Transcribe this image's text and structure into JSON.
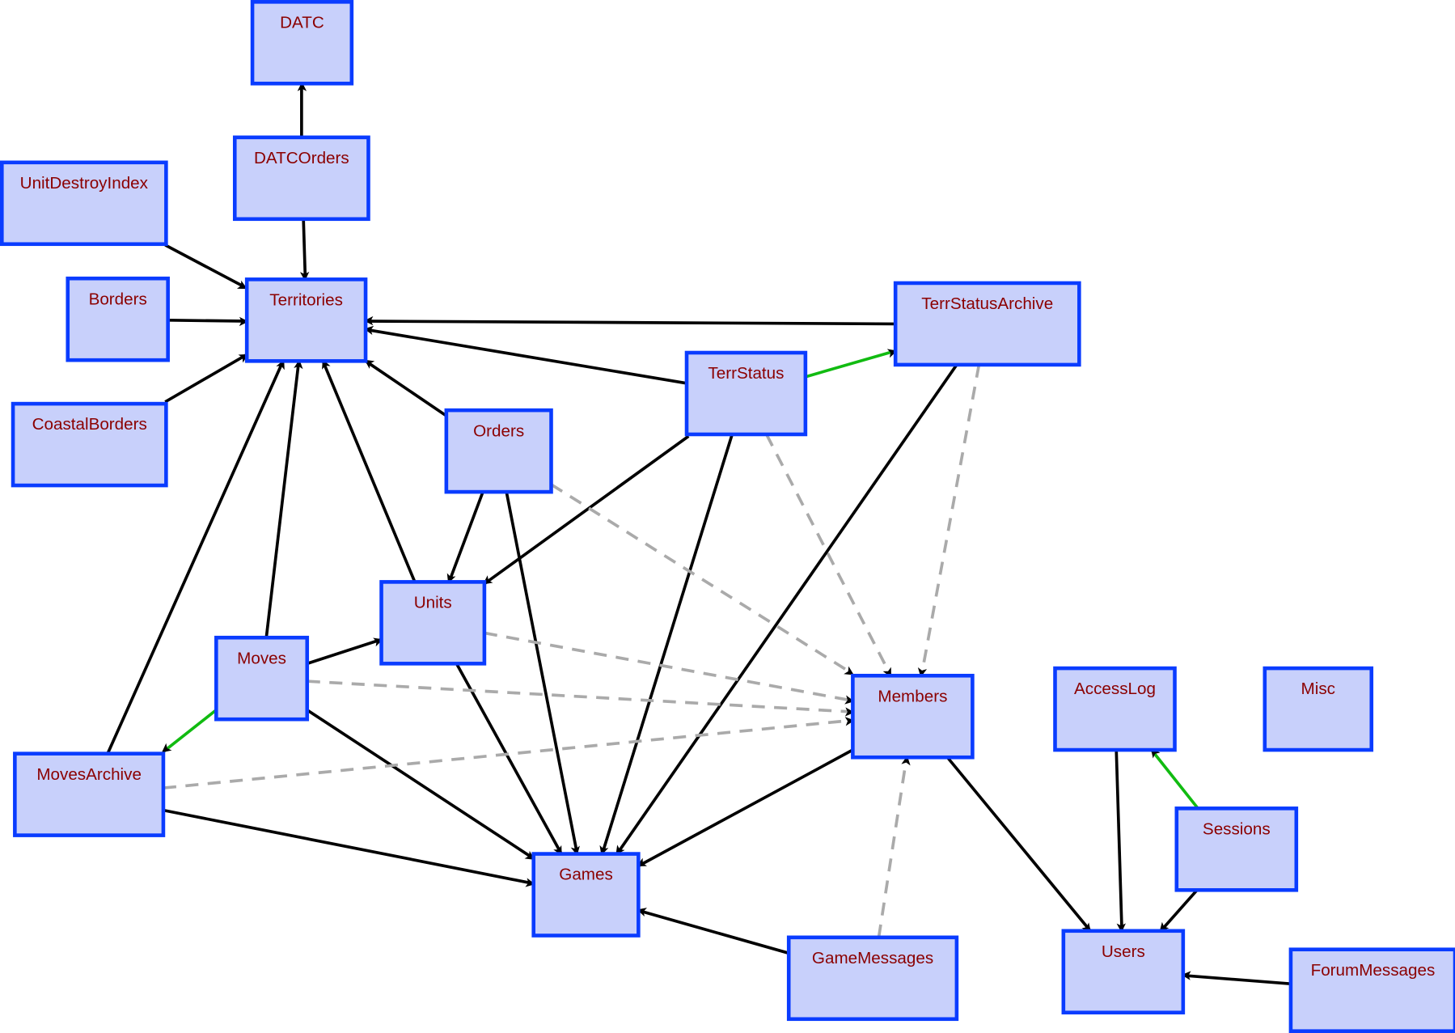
{
  "diagram": {
    "colors": {
      "node_fill": "#c8d0fb",
      "node_border": "#0a3cff",
      "label": "#8b0000",
      "solid_edge": "#000000",
      "inherit_edge": "#11bb11",
      "dashed_edge": "#aaaaaa"
    },
    "nodes": [
      {
        "id": "DATC",
        "label": "DATC"
      },
      {
        "id": "DATCOrders",
        "label": "DATCOrders"
      },
      {
        "id": "UnitDestroyIndex",
        "label": "UnitDestroyIndex"
      },
      {
        "id": "Borders",
        "label": "Borders"
      },
      {
        "id": "Territories",
        "label": "Territories"
      },
      {
        "id": "CoastalBorders",
        "label": "CoastalBorders"
      },
      {
        "id": "TerrStatusArchive",
        "label": "TerrStatusArchive"
      },
      {
        "id": "TerrStatus",
        "label": "TerrStatus"
      },
      {
        "id": "Orders",
        "label": "Orders"
      },
      {
        "id": "Units",
        "label": "Units"
      },
      {
        "id": "Moves",
        "label": "Moves"
      },
      {
        "id": "MovesArchive",
        "label": "MovesArchive"
      },
      {
        "id": "Members",
        "label": "Members"
      },
      {
        "id": "AccessLog",
        "label": "AccessLog"
      },
      {
        "id": "Misc",
        "label": "Misc"
      },
      {
        "id": "Sessions",
        "label": "Sessions"
      },
      {
        "id": "Games",
        "label": "Games"
      },
      {
        "id": "GameMessages",
        "label": "GameMessages"
      },
      {
        "id": "Users",
        "label": "Users"
      },
      {
        "id": "ForumMessages",
        "label": "ForumMessages"
      }
    ],
    "edges": [
      {
        "from": "DATCOrders",
        "to": "DATC",
        "style": "solid"
      },
      {
        "from": "DATCOrders",
        "to": "Territories",
        "style": "solid"
      },
      {
        "from": "UnitDestroyIndex",
        "to": "Territories",
        "style": "solid"
      },
      {
        "from": "Borders",
        "to": "Territories",
        "style": "solid"
      },
      {
        "from": "CoastalBorders",
        "to": "Territories",
        "style": "solid"
      },
      {
        "from": "TerrStatusArchive",
        "to": "Territories",
        "style": "solid"
      },
      {
        "from": "TerrStatus",
        "to": "Territories",
        "style": "solid"
      },
      {
        "from": "Orders",
        "to": "Territories",
        "style": "solid"
      },
      {
        "from": "Units",
        "to": "Territories",
        "style": "solid"
      },
      {
        "from": "Moves",
        "to": "Territories",
        "style": "solid"
      },
      {
        "from": "MovesArchive",
        "to": "Territories",
        "style": "solid"
      },
      {
        "from": "TerrStatus",
        "to": "TerrStatusArchive",
        "style": "green"
      },
      {
        "from": "TerrStatus",
        "to": "Units",
        "style": "solid"
      },
      {
        "from": "TerrStatus",
        "to": "Games",
        "style": "solid"
      },
      {
        "from": "TerrStatus",
        "to": "Members",
        "style": "dashed"
      },
      {
        "from": "TerrStatusArchive",
        "to": "Games",
        "style": "solid"
      },
      {
        "from": "TerrStatusArchive",
        "to": "Members",
        "style": "dashed"
      },
      {
        "from": "Orders",
        "to": "Units",
        "style": "solid"
      },
      {
        "from": "Orders",
        "to": "Games",
        "style": "solid"
      },
      {
        "from": "Orders",
        "to": "Members",
        "style": "dashed"
      },
      {
        "from": "Units",
        "to": "Games",
        "style": "solid"
      },
      {
        "from": "Units",
        "to": "Members",
        "style": "dashed"
      },
      {
        "from": "Moves",
        "to": "Units",
        "style": "solid"
      },
      {
        "from": "Moves",
        "to": "Games",
        "style": "solid"
      },
      {
        "from": "Moves",
        "to": "Members",
        "style": "dashed"
      },
      {
        "from": "Moves",
        "to": "MovesArchive",
        "style": "green"
      },
      {
        "from": "MovesArchive",
        "to": "Games",
        "style": "solid"
      },
      {
        "from": "MovesArchive",
        "to": "Members",
        "style": "dashed"
      },
      {
        "from": "Members",
        "to": "Games",
        "style": "solid"
      },
      {
        "from": "Members",
        "to": "Users",
        "style": "solid"
      },
      {
        "from": "GameMessages",
        "to": "Games",
        "style": "solid"
      },
      {
        "from": "GameMessages",
        "to": "Members",
        "style": "dashed"
      },
      {
        "from": "AccessLog",
        "to": "Users",
        "style": "solid"
      },
      {
        "from": "Sessions",
        "to": "AccessLog",
        "style": "green"
      },
      {
        "from": "Sessions",
        "to": "Users",
        "style": "solid"
      },
      {
        "from": "ForumMessages",
        "to": "Users",
        "style": "solid"
      }
    ]
  }
}
